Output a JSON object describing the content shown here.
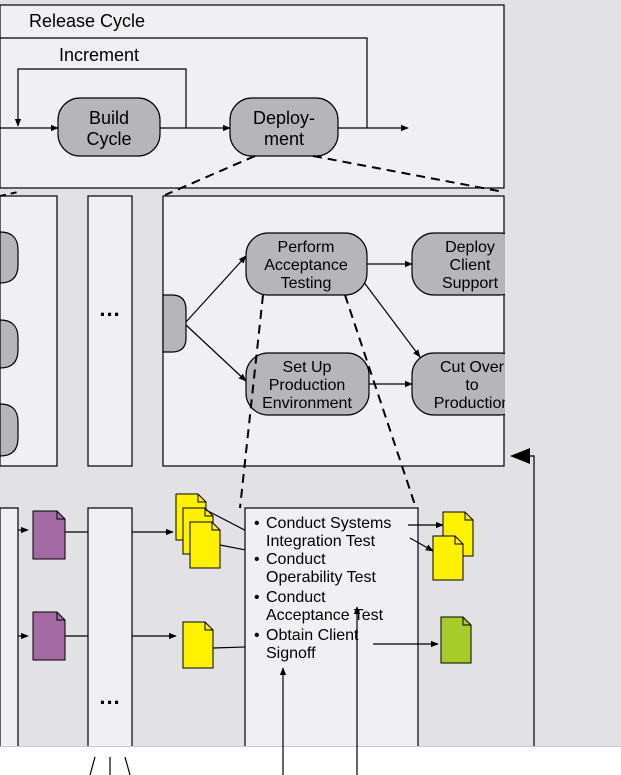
{
  "release_cycle": {
    "title": "Release Cycle",
    "increment_label": "Increment",
    "build_cycle": [
      "Build",
      "Cycle"
    ],
    "deployment": [
      "Deploy-",
      "ment"
    ]
  },
  "deployment_detail": {
    "ellipsis": "...",
    "perform_acceptance": [
      "Perform",
      "Acceptance",
      "Testing"
    ],
    "deploy_client": [
      "Deploy",
      "Client",
      "Support"
    ],
    "set_up_production": [
      "Set Up",
      "Production",
      "Environment"
    ],
    "cut_over": [
      "Cut Over",
      "to",
      "Production"
    ]
  },
  "lower": {
    "ellipsis": "...",
    "bullets": [
      [
        "Conduct Systems",
        "Integration Test"
      ],
      [
        "Conduct",
        "Operability Test"
      ],
      [
        "Conduct",
        "Acceptance Test"
      ],
      [
        "Obtain Client",
        "Signoff"
      ]
    ]
  },
  "colors": {
    "background": "#e2e2e4",
    "panel": "#f0f0f2",
    "node_fill": "#b6b6b8",
    "doc_purple": "#a36aa3",
    "doc_yellow": "#fff100",
    "doc_green": "#a7cc2a"
  }
}
